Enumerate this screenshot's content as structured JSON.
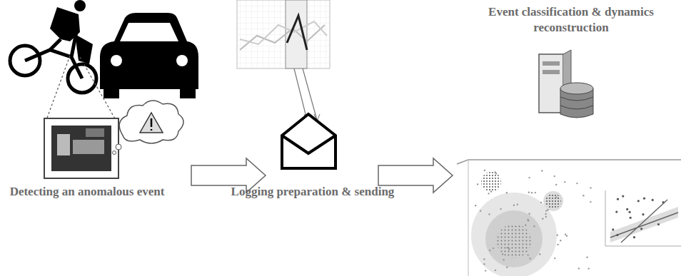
{
  "diagram": {
    "labels": [
      "Detecting an anomalous event",
      "Logging preparation & sending",
      "Event classification & dynamics reconstruction"
    ]
  }
}
